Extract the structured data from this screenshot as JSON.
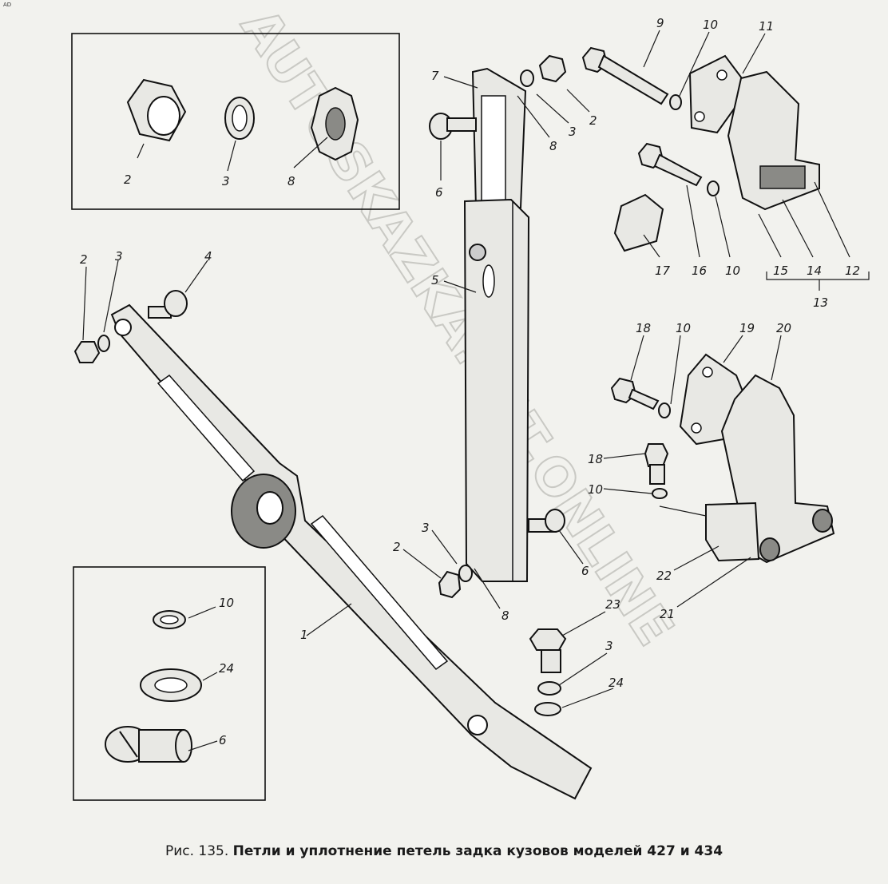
{
  "corner_mark": "AD",
  "watermark": "AUTOSKAZKA.CAT.ONLINE",
  "caption": {
    "lead": "Рис. 135.",
    "rest": "Петли и уплотнение петель задка кузовов моделей 427 и 434"
  },
  "callouts": {
    "inset_top": [
      "2",
      "3",
      "8"
    ],
    "strut": [
      "7",
      "2",
      "3",
      "8",
      "6",
      "5",
      "3",
      "2",
      "8",
      "6"
    ],
    "hinge_top": [
      "9",
      "10",
      "11",
      "17",
      "16",
      "10",
      "15",
      "14",
      "12",
      "13"
    ],
    "hinge_bottom": [
      "18",
      "10",
      "19",
      "20",
      "18",
      "10",
      "22",
      "21"
    ],
    "bolt_set": [
      "23",
      "3",
      "24"
    ],
    "stay": [
      "2",
      "3",
      "4",
      "1"
    ],
    "inset_bottom": [
      "10",
      "24",
      "6"
    ]
  }
}
